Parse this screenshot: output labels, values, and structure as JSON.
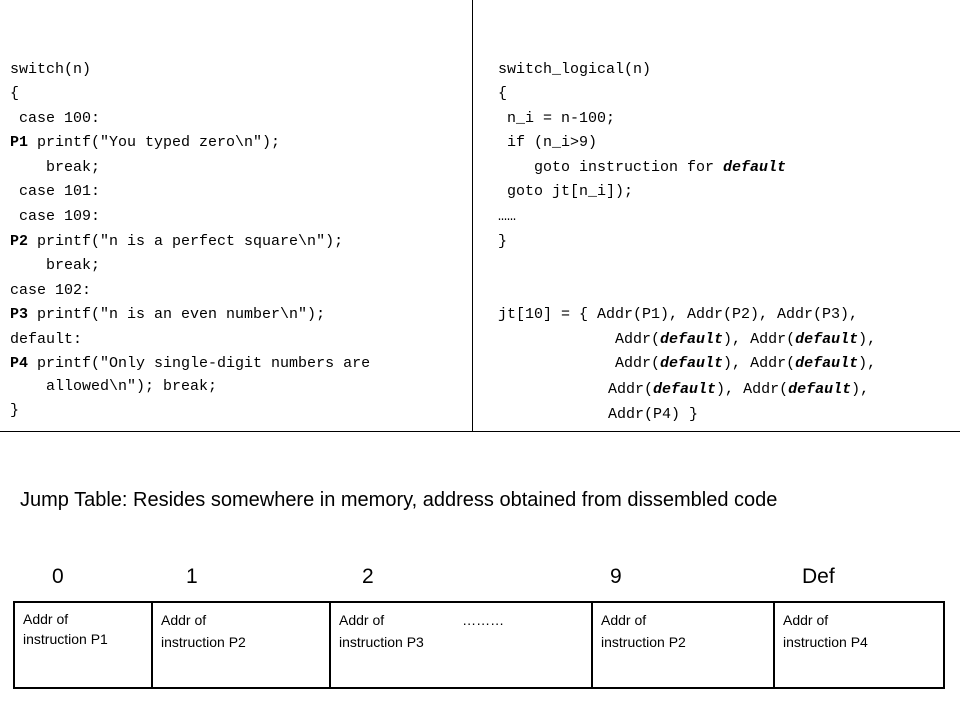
{
  "left_code": {
    "l1": "switch(n)",
    "l2": "{",
    "l3": " case 100:",
    "p1_label": "P1",
    "p1_text": " printf(\"You typed zero\\n\");",
    "l5": "    break;",
    "l6": " case 101:",
    "l7": " case 109:",
    "p2_label": "P2",
    "p2_text": " printf(\"n is a perfect square\\n\");",
    "l9": "    break;",
    "l10": "case 102:",
    "p3_label": "P3",
    "p3_text": " printf(\"n is an even number\\n\");",
    "l12": "default:",
    "p4_label": "P4",
    "p4_text": " printf(\"Only single-digit numbers are",
    "l14": "    allowed\\n\"); break;",
    "l15": "}"
  },
  "right_code": {
    "l1": "switch_logical(n)",
    "l2": "{",
    "l3": " n_i = n-100;",
    "l4": " if (n_i>9)",
    "l5a": "    goto instruction for ",
    "l5b": "default",
    "l6": " goto jt[n_i]);",
    "l7": "……",
    "l8": "}",
    "jt_l1": "jt[10] = { Addr(P1), Addr(P2), Addr(P3),",
    "kw": "default",
    "addr_open": "Addr(",
    "addr_close": ")",
    "comma_sep": ", ",
    "trail_comma": ",",
    "jt_last": "Addr(P4) }"
  },
  "caption": "Jump Table: Resides somewhere in memory, address obtained from dissembled code",
  "indices": [
    "0",
    "1",
    "2",
    "9",
    "Def"
  ],
  "table": {
    "c1a": "Addr of",
    "c1b": "instruction P1",
    "c2a": "Addr of",
    "c2b": "instruction P2",
    "c3a": "Addr of",
    "c3dots": "………",
    "c3b": "instruction P3",
    "c4a": "Addr of",
    "c4b": "instruction P2",
    "c5a": "Addr of",
    "c5b": "instruction P4"
  }
}
